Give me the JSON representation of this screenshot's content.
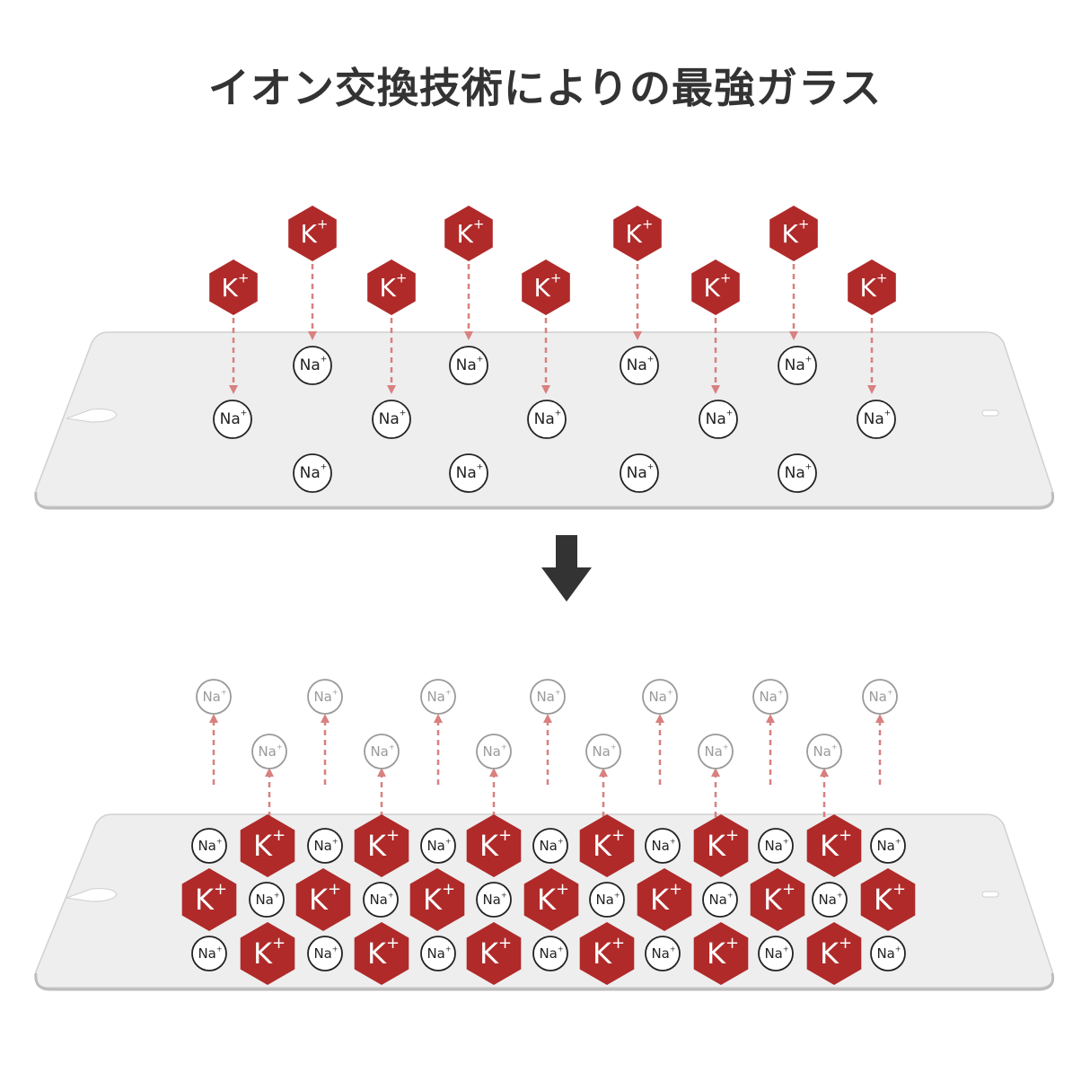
{
  "title": "イオン交換技術によりの最強ガラス",
  "ions": {
    "potassium": {
      "symbol": "K",
      "charge": "+"
    },
    "sodium": {
      "symbol": "Na",
      "charge": "+"
    }
  },
  "colors": {
    "title": "#333333",
    "potassium": "#b02a2a",
    "arrow": "#d98080",
    "glass": "#eeeeee",
    "glass_edge": "#c8c8c8",
    "sodium_before": "#222222",
    "sodium_released": "#9a9a9a",
    "transition_arrow": "#333333"
  },
  "icons": {
    "potassium": "hexagon-icon",
    "sodium": "circle-icon",
    "transition": "down-arrow-icon"
  }
}
